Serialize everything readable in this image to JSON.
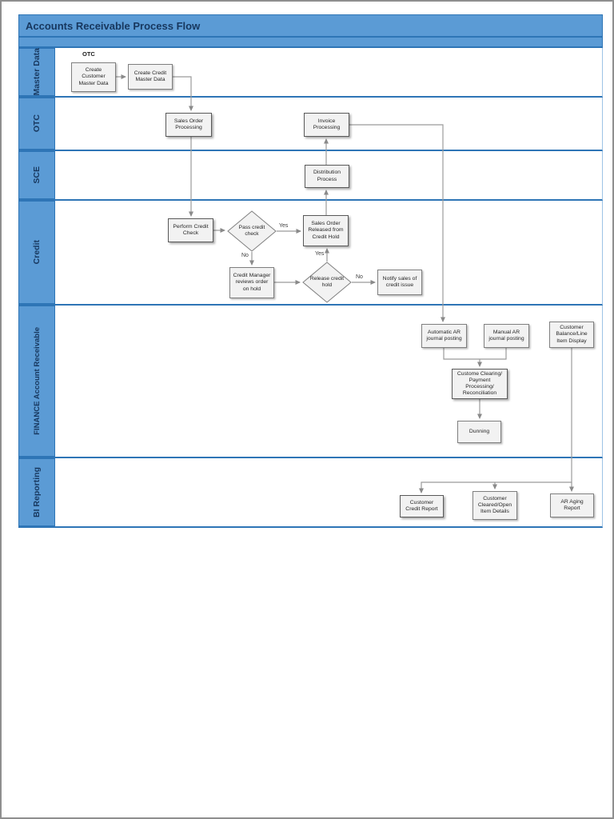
{
  "header": {
    "title": "Accounts Receivable Process Flow"
  },
  "lanes": [
    {
      "label": "Master Data"
    },
    {
      "label": "OTC"
    },
    {
      "label": "SCE"
    },
    {
      "label": "Credit"
    },
    {
      "label": "FINANCE Account Receivable"
    },
    {
      "label": "BI Reporting"
    }
  ],
  "annotations": {
    "otc_note": "OTC"
  },
  "nodes": {
    "create_customer_master_data": {
      "label": "Create Customer Master Data",
      "shape": "rect"
    },
    "create_credit_master_data": {
      "label": "Create Credit Master Data",
      "shape": "rect"
    },
    "sales_order_processing": {
      "label": "Sales Order Processing",
      "shape": "rect"
    },
    "invoice_processing": {
      "label": "Invoice Processing",
      "shape": "rect"
    },
    "distribution_process": {
      "label": "Distribution Process",
      "shape": "rect"
    },
    "perform_credit_check": {
      "label": "Perform Credit Check",
      "shape": "rect"
    },
    "pass_credit_check": {
      "label": "Pass credit check",
      "shape": "diamond"
    },
    "sales_order_released": {
      "label": "Sales Order Released from Credit Hold",
      "shape": "rect"
    },
    "credit_manager_reviews": {
      "label": "Credit Manager reviews order on hold",
      "shape": "rect"
    },
    "release_credit_hold": {
      "label": "Release credit hold",
      "shape": "diamond"
    },
    "notify_sales": {
      "label": "Notify sales of credit issue",
      "shape": "rect"
    },
    "automatic_ar_posting": {
      "label": "Automatic AR journal posting",
      "shape": "rect"
    },
    "manual_ar_posting": {
      "label": "Manual AR journal posting",
      "shape": "rect"
    },
    "customer_balance_display": {
      "label": "Customer Balance/Line Item Display",
      "shape": "rect"
    },
    "customer_clearing": {
      "label": "Custome Clearing/ Payment Processing/ Reconciliation",
      "shape": "rect"
    },
    "dunning": {
      "label": "Dunning",
      "shape": "rect"
    },
    "customer_credit_report": {
      "label": "Customer Credit Report",
      "shape": "rect"
    },
    "customer_cleared_open_items": {
      "label": "Customer Cleared/Open Item Details",
      "shape": "rect"
    },
    "ar_aging_report": {
      "label": "AR Aging Report",
      "shape": "rect"
    }
  },
  "edge_labels": {
    "pass_yes": "Yes",
    "pass_no": "No",
    "release_yes": "Yes",
    "release_no": "No"
  },
  "colors": {
    "lane_fill": "#5B9BD5",
    "lane_border": "#2E75B6",
    "title_text": "#17375E",
    "node_fill": "#F2F2F2",
    "node_border": "#7F7F7F",
    "connector": "#999999"
  }
}
